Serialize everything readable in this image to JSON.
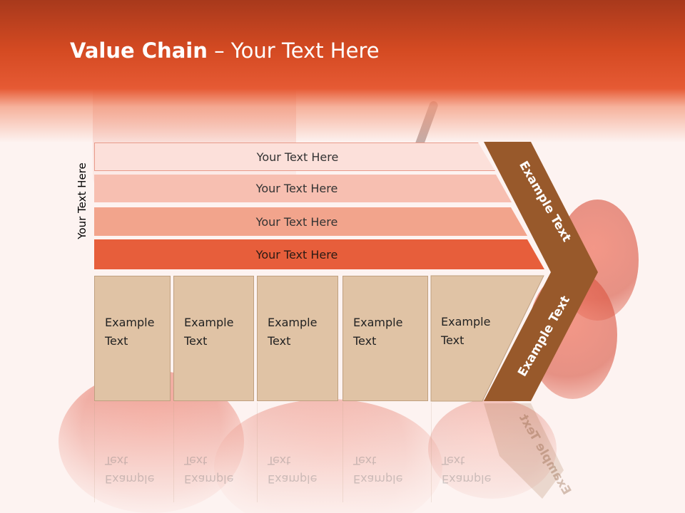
{
  "title": {
    "bold": "Value Chain",
    "rest": " – Your Text Here"
  },
  "side_label": "Your Text Here",
  "bars": [
    {
      "label": "Your Text Here",
      "color": "#fce0da"
    },
    {
      "label": "Your Text Here",
      "color": "#f7bfb1"
    },
    {
      "label": "Your Text Here",
      "color": "#f2a48c"
    },
    {
      "label": "Your Text Here",
      "color": "#e75e3b"
    }
  ],
  "columns": [
    {
      "text": "Example\nText"
    },
    {
      "text": "Example\nText"
    },
    {
      "text": "Example\nText"
    },
    {
      "text": "Example\nText"
    },
    {
      "text": "Example\nText"
    }
  ],
  "chevron": {
    "top_label": "Example Text",
    "bottom_label": "Example Text",
    "color": "#98592b"
  },
  "colors": {
    "title_bar": "#d44a22",
    "column_fill": "#e0c3a5",
    "background": "#fdf3f1"
  }
}
